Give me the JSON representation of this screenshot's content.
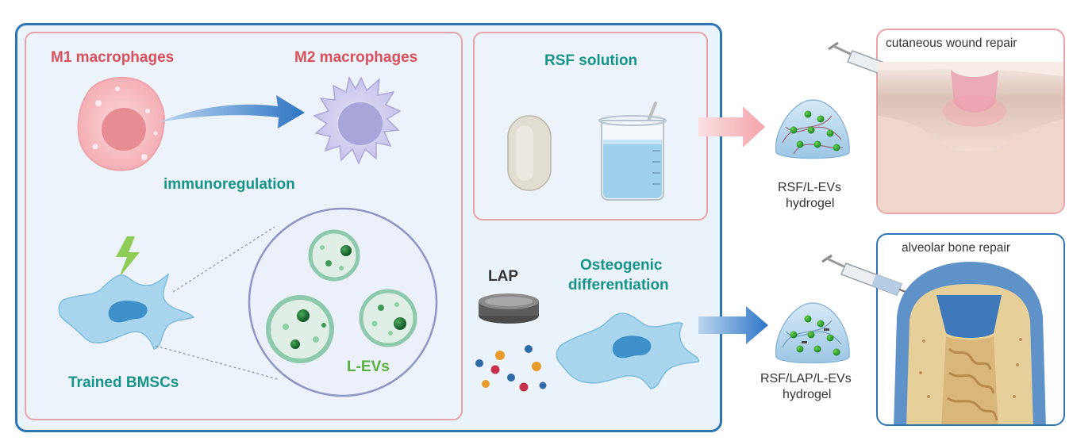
{
  "left_panel": {
    "m1_label": "M1 macrophages",
    "m2_label": "M2 macrophages",
    "immuno_label": "immunoregulation",
    "bmsc_label": "Trained BMSCs",
    "lev_label": "L-EVs"
  },
  "rsf_panel": {
    "title": "RSF solution"
  },
  "lap_section": {
    "lap_label": "LAP",
    "osteo_label_line1": "Osteogenic",
    "osteo_label_line2": "differentiation"
  },
  "hydrogels": {
    "top_line1": "RSF/L-EVs",
    "top_line2": "hydrogel",
    "bottom_line1": "RSF/LAP/L-EVs",
    "bottom_line2": "hydrogel"
  },
  "repair_panels": {
    "top_title": "cutaneous wound repair",
    "bottom_title": "alveolar bone repair"
  },
  "colors": {
    "outer_border": "#2e75b6",
    "pink_border": "#e8a3a8",
    "panel_fill": "#eaf2fa",
    "title_red": "#d8505a",
    "title_teal": "#17948a",
    "lev_green": "#57b03b"
  }
}
